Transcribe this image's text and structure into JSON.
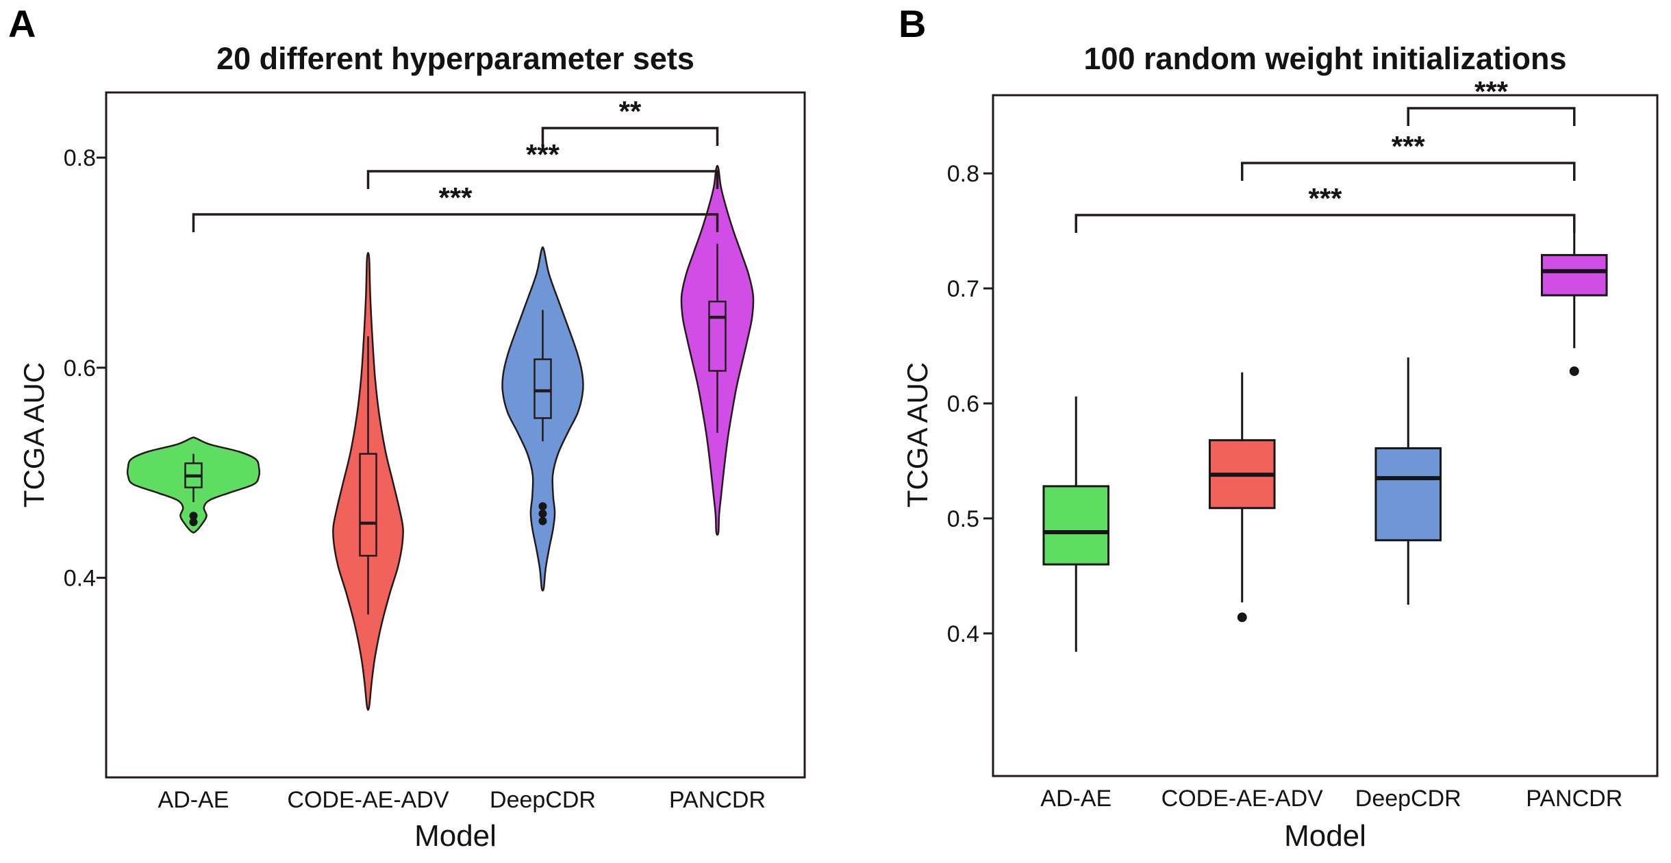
{
  "figure": {
    "background": "#ffffff",
    "accent_dark": "#241a1a",
    "text_color": "#131313"
  },
  "chart_data": [
    {
      "type": "violin",
      "panel_label": "A",
      "title": "20 different hyperparameter sets",
      "xlabel": "Model",
      "ylabel": "TCGA AUC",
      "categories": [
        "AD-AE",
        "CODE-AE-ADV",
        "DeepCDR",
        "PANCDR"
      ],
      "ylim": [
        0.21,
        0.862
      ],
      "yticks": [
        0.4,
        0.6,
        0.8
      ],
      "grid": false,
      "legend": "none",
      "series": [
        {
          "name": "AD-AE",
          "color": "#5fdd62",
          "width": 0.75,
          "summary": {
            "median": 0.497,
            "q1": 0.486,
            "q3": 0.509,
            "whisker_low": 0.472,
            "whisker_high": 0.518,
            "min": 0.444,
            "max": 0.533
          },
          "outliers": [
            0.459,
            0.453
          ],
          "profile": [
            [
              0.533,
              0.03
            ],
            [
              0.527,
              0.25
            ],
            [
              0.52,
              0.7
            ],
            [
              0.513,
              0.95
            ],
            [
              0.505,
              1
            ],
            [
              0.497,
              1
            ],
            [
              0.489,
              0.92
            ],
            [
              0.481,
              0.55
            ],
            [
              0.474,
              0.25
            ],
            [
              0.467,
              0.16
            ],
            [
              0.459,
              0.2
            ],
            [
              0.452,
              0.14
            ],
            [
              0.444,
              0.03
            ]
          ]
        },
        {
          "name": "CODE-AE-ADV",
          "color": "#f1625c",
          "width": 0.4,
          "summary": {
            "median": 0.452,
            "q1": 0.421,
            "q3": 0.518,
            "whisker_low": 0.365,
            "whisker_high": 0.63,
            "min": 0.277,
            "max": 0.705
          },
          "outliers": [],
          "profile": [
            [
              0.705,
              0.02
            ],
            [
              0.67,
              0.06
            ],
            [
              0.63,
              0.12
            ],
            [
              0.59,
              0.2
            ],
            [
              0.555,
              0.32
            ],
            [
              0.52,
              0.5
            ],
            [
              0.49,
              0.72
            ],
            [
              0.465,
              0.9
            ],
            [
              0.447,
              1
            ],
            [
              0.43,
              0.97
            ],
            [
              0.41,
              0.85
            ],
            [
              0.385,
              0.62
            ],
            [
              0.355,
              0.38
            ],
            [
              0.325,
              0.2
            ],
            [
              0.3,
              0.1
            ],
            [
              0.277,
              0.03
            ]
          ]
        },
        {
          "name": "DeepCDR",
          "color": "#6f96d7",
          "width": 0.46,
          "summary": {
            "median": 0.578,
            "q1": 0.552,
            "q3": 0.608,
            "whisker_low": 0.53,
            "whisker_high": 0.655,
            "min": 0.39,
            "max": 0.712
          },
          "outliers": [
            0.468,
            0.461,
            0.454
          ],
          "profile": [
            [
              0.712,
              0.03
            ],
            [
              0.69,
              0.15
            ],
            [
              0.665,
              0.38
            ],
            [
              0.64,
              0.62
            ],
            [
              0.615,
              0.85
            ],
            [
              0.595,
              0.98
            ],
            [
              0.578,
              1
            ],
            [
              0.558,
              0.88
            ],
            [
              0.538,
              0.62
            ],
            [
              0.518,
              0.38
            ],
            [
              0.498,
              0.25
            ],
            [
              0.478,
              0.26
            ],
            [
              0.462,
              0.3
            ],
            [
              0.447,
              0.26
            ],
            [
              0.428,
              0.16
            ],
            [
              0.408,
              0.07
            ],
            [
              0.39,
              0.02
            ]
          ]
        },
        {
          "name": "PANCDR",
          "color": "#d14ee6",
          "width": 0.41,
          "summary": {
            "median": 0.648,
            "q1": 0.597,
            "q3": 0.663,
            "whisker_low": 0.538,
            "whisker_high": 0.718,
            "min": 0.443,
            "max": 0.79
          },
          "outliers": [],
          "profile": [
            [
              0.79,
              0.02
            ],
            [
              0.772,
              0.1
            ],
            [
              0.752,
              0.25
            ],
            [
              0.73,
              0.45
            ],
            [
              0.708,
              0.68
            ],
            [
              0.688,
              0.88
            ],
            [
              0.668,
              1
            ],
            [
              0.648,
              0.97
            ],
            [
              0.628,
              0.85
            ],
            [
              0.606,
              0.7
            ],
            [
              0.584,
              0.55
            ],
            [
              0.56,
              0.42
            ],
            [
              0.535,
              0.3
            ],
            [
              0.508,
              0.2
            ],
            [
              0.48,
              0.11
            ],
            [
              0.46,
              0.05
            ],
            [
              0.443,
              0.02
            ]
          ]
        }
      ],
      "significance": [
        {
          "from": "DeepCDR",
          "to": "PANCDR",
          "label": "**",
          "level": 1
        },
        {
          "from": "CODE-AE-ADV",
          "to": "PANCDR",
          "label": "***",
          "level": 2
        },
        {
          "from": "AD-AE",
          "to": "PANCDR",
          "label": "***",
          "level": 3
        }
      ]
    },
    {
      "type": "box",
      "panel_label": "B",
      "title": "100 random weight initializations",
      "xlabel": "Model",
      "ylabel": "TCGA AUC",
      "categories": [
        "AD-AE",
        "CODE-AE-ADV",
        "DeepCDR",
        "PANCDR"
      ],
      "ylim": [
        0.276,
        0.868
      ],
      "yticks": [
        0.4,
        0.5,
        0.6,
        0.7,
        0.8
      ],
      "grid": false,
      "legend": "none",
      "series": [
        {
          "name": "AD-AE",
          "color": "#5fdd62",
          "width": 0.39,
          "summary": {
            "median": 0.488,
            "q1": 0.46,
            "q3": 0.528,
            "whisker_low": 0.384,
            "whisker_high": 0.606
          },
          "outliers": []
        },
        {
          "name": "CODE-AE-ADV",
          "color": "#f1625c",
          "width": 0.39,
          "summary": {
            "median": 0.538,
            "q1": 0.509,
            "q3": 0.568,
            "whisker_low": 0.427,
            "whisker_high": 0.627
          },
          "outliers": [
            0.414
          ]
        },
        {
          "name": "DeepCDR",
          "color": "#6f96d7",
          "width": 0.39,
          "summary": {
            "median": 0.535,
            "q1": 0.481,
            "q3": 0.561,
            "whisker_low": 0.425,
            "whisker_high": 0.64
          },
          "outliers": []
        },
        {
          "name": "PANCDR",
          "color": "#d14ee6",
          "width": 0.39,
          "summary": {
            "median": 0.715,
            "q1": 0.694,
            "q3": 0.729,
            "whisker_low": 0.648,
            "whisker_high": 0.752
          },
          "outliers": [
            0.628
          ]
        }
      ],
      "significance": [
        {
          "from": "DeepCDR",
          "to": "PANCDR",
          "label": "***",
          "level": 1
        },
        {
          "from": "CODE-AE-ADV",
          "to": "PANCDR",
          "label": "***",
          "level": 2
        },
        {
          "from": "AD-AE",
          "to": "PANCDR",
          "label": "***",
          "level": 3
        }
      ]
    }
  ]
}
